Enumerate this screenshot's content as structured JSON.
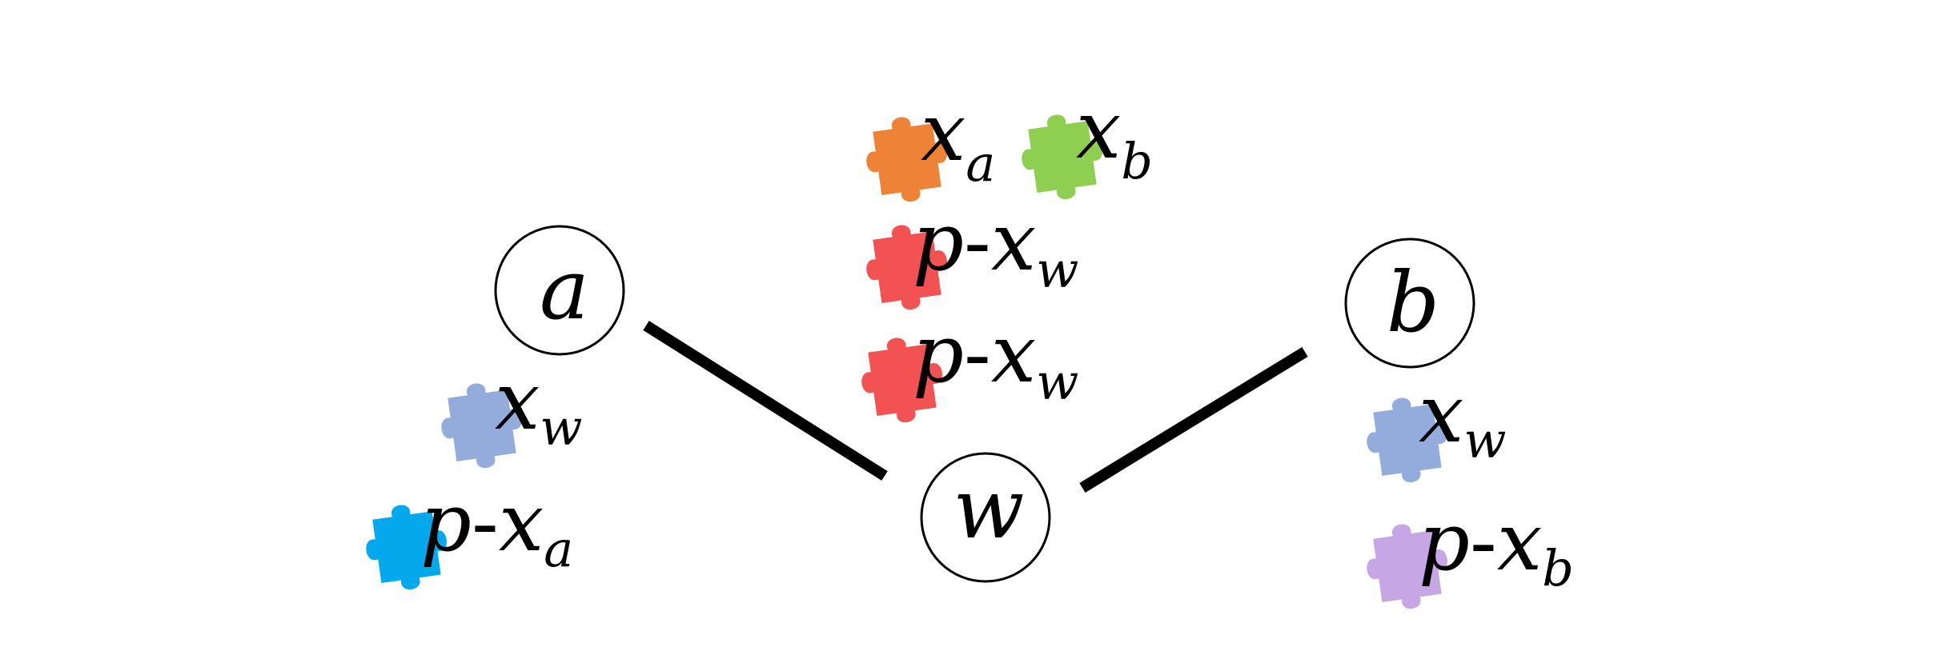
{
  "nodes": {
    "a": {
      "label": "a"
    },
    "b": {
      "label": "b"
    },
    "w": {
      "label": "w"
    }
  },
  "pieces": {
    "left_xw": {
      "icon": "puzzle-piece-icon",
      "color": "#94ACDC",
      "prefix": "",
      "main": "x",
      "sub": "w"
    },
    "left_pxa": {
      "icon": "puzzle-piece-icon",
      "color": "#03A9EC",
      "prefix": "p",
      "main": "x",
      "sub": "a"
    },
    "top_xa": {
      "icon": "puzzle-piece-icon",
      "color": "#EE8337",
      "prefix": "",
      "main": "x",
      "sub": "a"
    },
    "top_xb": {
      "icon": "puzzle-piece-icon",
      "color": "#8ECF52",
      "prefix": "",
      "main": "x",
      "sub": "b"
    },
    "top_pxw_1": {
      "icon": "puzzle-piece-icon",
      "color": "#F25252",
      "prefix": "p",
      "main": "x",
      "sub": "w"
    },
    "top_pxw_2": {
      "icon": "puzzle-piece-icon",
      "color": "#F25252",
      "prefix": "p",
      "main": "x",
      "sub": "w"
    },
    "right_xw": {
      "icon": "puzzle-piece-icon",
      "color": "#94ACDC",
      "prefix": "",
      "main": "x",
      "sub": "w"
    },
    "right_pxb": {
      "icon": "puzzle-piece-icon",
      "color": "#C6A6E4",
      "prefix": "p",
      "main": "x",
      "sub": "b"
    }
  },
  "edges": [
    "a-w",
    "w-b"
  ],
  "colors": {
    "line": "#000000"
  }
}
